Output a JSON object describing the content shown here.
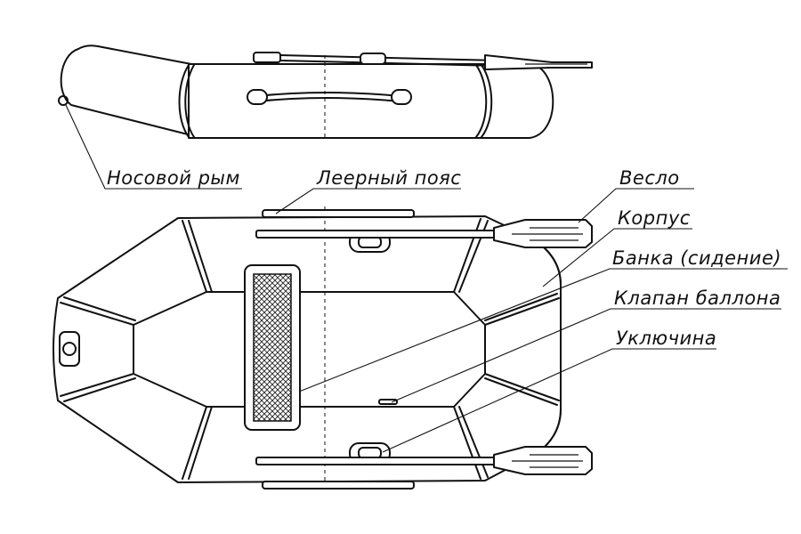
{
  "labels": {
    "bow_ring": "Носовой рым",
    "lifeline": "Леерный пояс",
    "oar": "Весло",
    "hull": "Корпус",
    "seat": "Банка (сидение)",
    "valve": "Клапан баллона",
    "oarlock": "Уключина"
  }
}
